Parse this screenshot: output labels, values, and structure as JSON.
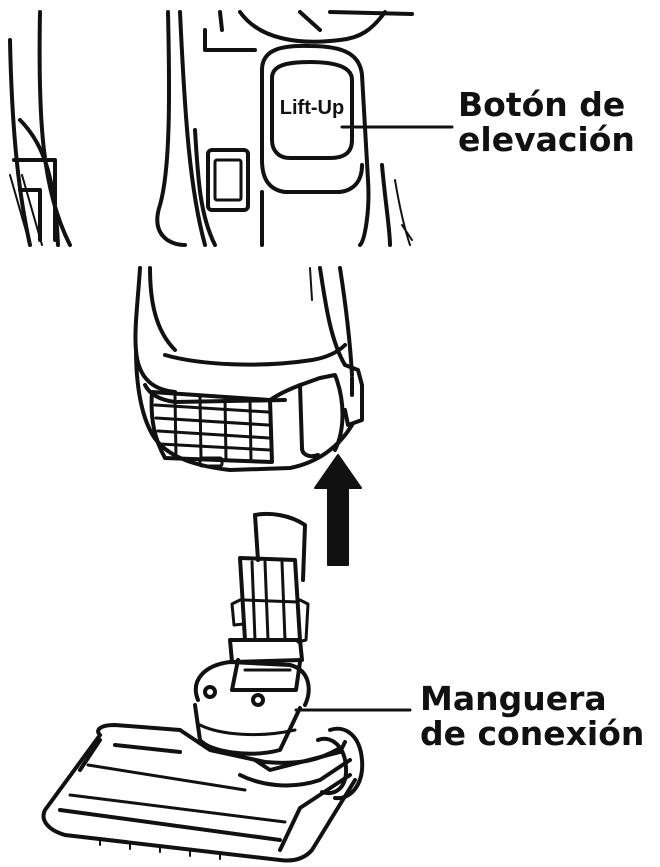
{
  "button_text": "Lift-Up",
  "callouts": {
    "lift_button": {
      "line1": "Botón de",
      "line2": "elevación"
    },
    "hose": {
      "line1": "Manguera",
      "line2": "de conexión"
    }
  }
}
